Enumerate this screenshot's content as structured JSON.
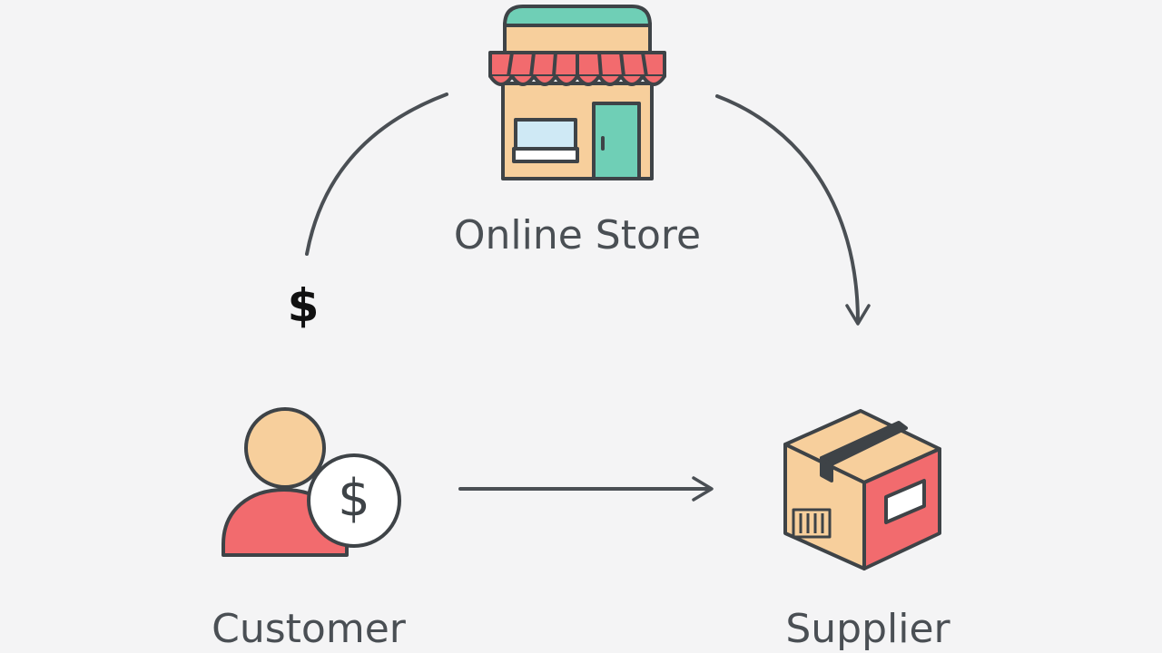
{
  "nodes": {
    "store": {
      "label": "Online Store",
      "icon": "storefront-icon"
    },
    "customer": {
      "label": "Customer",
      "icon": "customer-with-dollar-icon"
    },
    "supplier": {
      "label": "Supplier",
      "icon": "package-box-icon"
    }
  },
  "edges": {
    "customer_to_store": {
      "label": "$"
    },
    "store_to_supplier": {
      "label": ""
    },
    "customer_to_supplier": {
      "label": ""
    }
  },
  "colors": {
    "background": "#f4f4f5",
    "outline": "#3e4347",
    "arrow": "#4a4f54",
    "peach": "#f7cf9c",
    "coral": "#f26b6e",
    "teal": "#6fcfb6",
    "light_blue": "#cfe9f5",
    "white": "#ffffff"
  }
}
